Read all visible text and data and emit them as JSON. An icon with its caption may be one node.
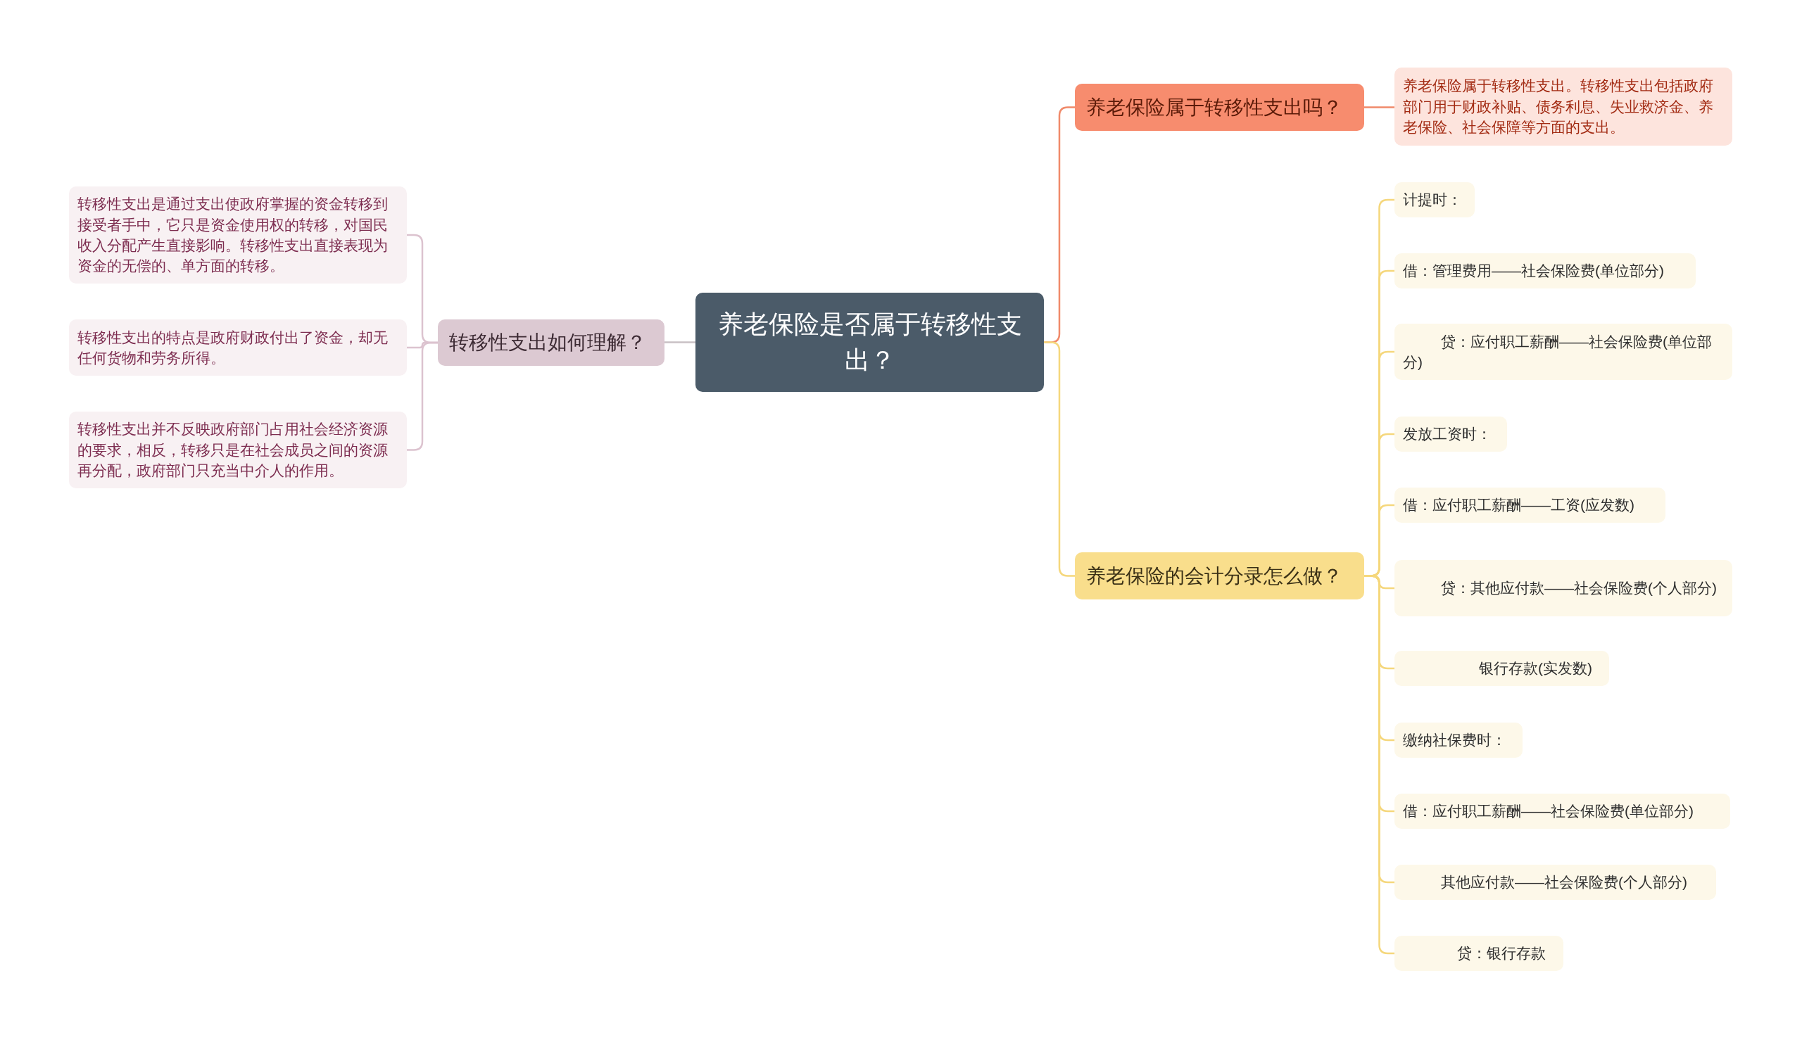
{
  "diagram": {
    "nodes": [
      {
        "text": [
          "养老保险是否属于转移性支出？"
        ]
      },
      {
        "text": [
          "养老保险属于转移性支出吗？"
        ]
      },
      {
        "text": [
          "养老保险属于转移性支出。转移性支出包括政府部门用于财政补贴、债务利息、失业救济金、养老保险、社会保障等方面的支出。"
        ]
      },
      {
        "text": [
          "养老保险的会计分录怎么做？"
        ]
      },
      {
        "text": [
          "计提时："
        ]
      },
      {
        "text": [
          "借：管理费用——社会保险费(单位部分)"
        ]
      },
      {
        "text": [
          "贷：应付职工薪酬——社会保险费(单位部分)"
        ]
      },
      {
        "text": [
          "发放工资时："
        ]
      },
      {
        "text": [
          "借：应付职工薪酬——工资(应发数)"
        ]
      },
      {
        "text": [
          "贷：其他应付款——社会保险费(个人部分)"
        ]
      },
      {
        "text": [
          "银行存款(实发数)"
        ]
      },
      {
        "text": [
          "缴纳社保费时："
        ]
      },
      {
        "text": [
          "借：应付职工薪酬——社会保险费(单位部分)"
        ]
      },
      {
        "text": [
          "其他应付款——社会保险费(个人部分)"
        ]
      },
      {
        "text": [
          "贷：银行存款"
        ]
      },
      {
        "text": [
          "转移性支出如何理解？"
        ]
      },
      {
        "text": [
          "转移性支出是通过支出使政府掌握的资金转移到接受者手中，它只是资金使用权的转移，对国民收入分配产生直接影响。转移性支出直接表现为资金的无偿的、单方面的转移。"
        ]
      },
      {
        "text": [
          "转移性支出的特点是政府财政付出了资金，却无任何货物和劳务所得。"
        ]
      },
      {
        "text": [
          "转移性支出并不反映政府部门占用社会经济资源的要求，相反，转移只是在社会成员之间的资源再分配，政府部门只充当中介人的作用。"
        ]
      }
    ],
    "edges": [
      {
        "from": 0,
        "to": 1,
        "arrow": "none",
        "color": "#f08a6a"
      },
      {
        "from": 1,
        "to": 2,
        "arrow": "none",
        "color": "#f08a6a"
      },
      {
        "from": 0,
        "to": 3,
        "arrow": "none"
      },
      {
        "from": 3,
        "to": 4,
        "arrow": "none"
      },
      {
        "from": 3,
        "to": 5,
        "arrow": "none"
      },
      {
        "from": 3,
        "to": 6,
        "arrow": "none"
      },
      {
        "from": 3,
        "to": 7,
        "arrow": "none"
      },
      {
        "from": 3,
        "to": 8,
        "arrow": "none"
      },
      {
        "from": 3,
        "to": 9,
        "arrow": "none"
      },
      {
        "from": 3,
        "to": 10,
        "arrow": "none"
      },
      {
        "from": 3,
        "to": 11,
        "arrow": "none"
      },
      {
        "from": 3,
        "to": 12,
        "arrow": "none"
      },
      {
        "from": 3,
        "to": 13,
        "arrow": "none"
      },
      {
        "from": 3,
        "to": 14,
        "arrow": "none"
      },
      {
        "from": 0,
        "to": 15,
        "arrow": "none",
        "color": "#c9c1c5"
      },
      {
        "from": 15,
        "to": 16,
        "arrow": "none",
        "color": "#dcc3cf"
      },
      {
        "from": 15,
        "to": 17,
        "arrow": "none",
        "color": "#dcc3cf"
      },
      {
        "from": 15,
        "to": 18,
        "arrow": "none",
        "color": "#dcc3cf"
      }
    ]
  }
}
